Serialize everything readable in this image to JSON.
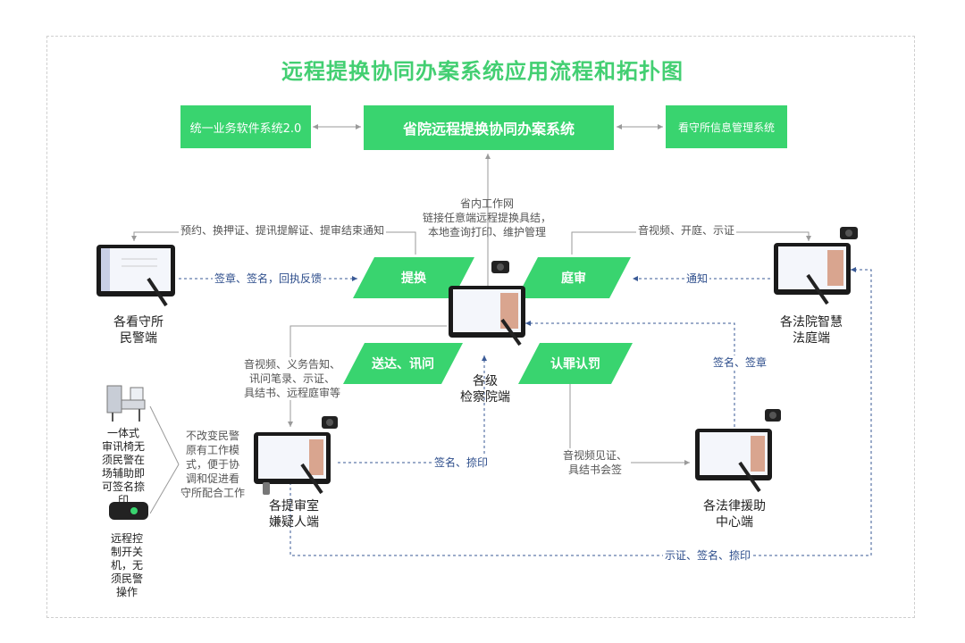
{
  "title": "远程提换协同办案系统应用流程和拓扑图",
  "top_boxes": {
    "left": "统一业务软件系统2.0",
    "center": "省院远程提换协同办案系统",
    "right": "看守所信息管理系统"
  },
  "processes": {
    "tihuan": "提换",
    "tingshen": "庭审",
    "songda": "送达、讯问",
    "renzui": "认罪认罚"
  },
  "nodes": {
    "kanshousuo": [
      "各看守所",
      "民警端"
    ],
    "fayuan": [
      "各法院智慧",
      "法庭端"
    ],
    "jianchayuan": [
      "各级",
      "检察院端"
    ],
    "tishenshi": [
      "各提审室",
      "嫌疑人端"
    ],
    "falv": [
      "各法律援助",
      "中心端"
    ]
  },
  "labels": {
    "network": [
      "省内工作网",
      "链接任意端远程提换具结，",
      "本地查询打印、维护管理"
    ],
    "notify_left": "预约、换押证、提讯提解证、提审结束通知",
    "sign_left": "签章、签名，回执反馈",
    "court_top": "音视频、开庭、示证",
    "notice": "通知",
    "sign_right": "签名、签章",
    "left_flow": [
      "音视频、义务告知、",
      "讯问笔录、示证、",
      "具结书、远程庭审等"
    ],
    "sign_bottom": "签名、捺印",
    "legal_flow": [
      "音视频见证、",
      "具结书会签"
    ],
    "bottom_flow": "示证、签名、捺印",
    "no_change": [
      "不改变民警",
      "原有工作模",
      "式，便于协",
      "调和促进看",
      "守所配合工作"
    ],
    "chair": [
      "一体式",
      "审讯椅无",
      "须民警在",
      "场辅助即",
      "可签名捺",
      "印"
    ],
    "remote": [
      "远程控",
      "制开关",
      "机，无",
      "须民警",
      "操作"
    ]
  },
  "colors": {
    "accent": "#39d46f",
    "title": "#43cf72",
    "flow_text": "#2e4e8c",
    "line": "#9a9a9a"
  },
  "icons": [
    "monitor-icon",
    "webcam-icon",
    "stylus-icon",
    "chair-icon",
    "remote-box-icon"
  ]
}
